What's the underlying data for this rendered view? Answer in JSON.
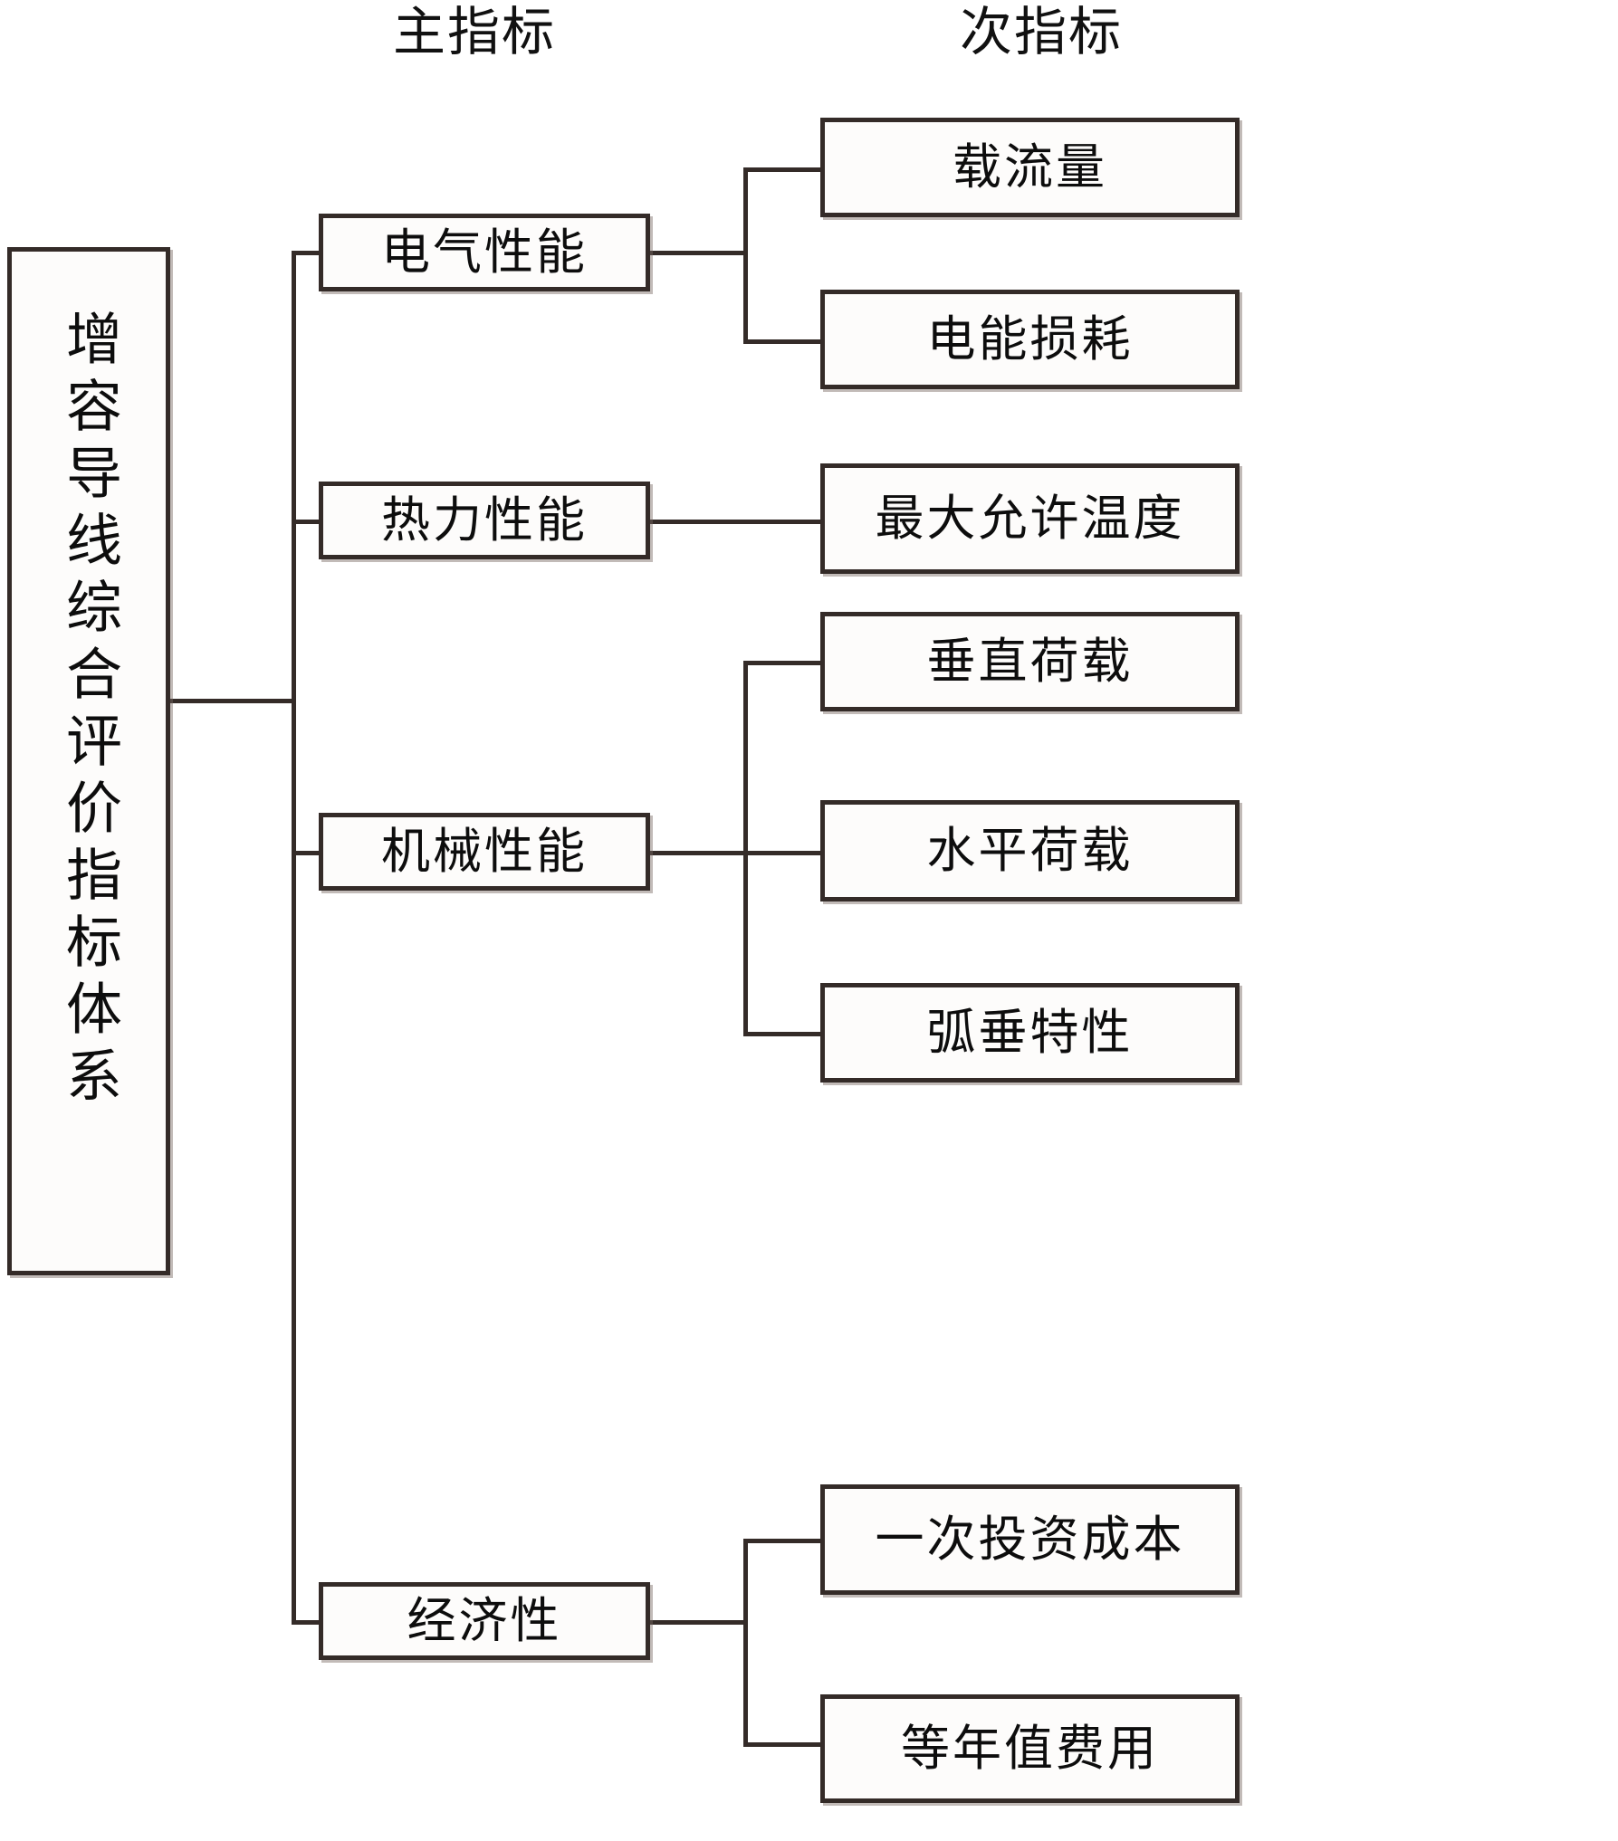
{
  "diagram": {
    "title_root": "增容导线综合评价指标体系",
    "headers": {
      "primary": "主指标",
      "secondary": "次指标"
    },
    "colors": {
      "border": "#342b28",
      "box_fill": "#fdfcfb",
      "text": "#0d0d0d",
      "shadow": "#786862",
      "background": "#ffffff"
    },
    "primary_indicators": [
      {
        "label": "电气性能"
      },
      {
        "label": "热力性能"
      },
      {
        "label": "机械性能"
      },
      {
        "label": "经济性"
      }
    ],
    "secondary_indicators": [
      {
        "label": "载流量",
        "parent": "电气性能"
      },
      {
        "label": "电能损耗",
        "parent": "电气性能"
      },
      {
        "label": "最大允许温度",
        "parent": "热力性能"
      },
      {
        "label": "垂直荷载",
        "parent": "机械性能"
      },
      {
        "label": "水平荷载",
        "parent": "机械性能"
      },
      {
        "label": "弧垂特性",
        "parent": "机械性能"
      },
      {
        "label": "一次投资成本",
        "parent": "经济性"
      },
      {
        "label": "等年值费用",
        "parent": "经济性"
      }
    ]
  }
}
